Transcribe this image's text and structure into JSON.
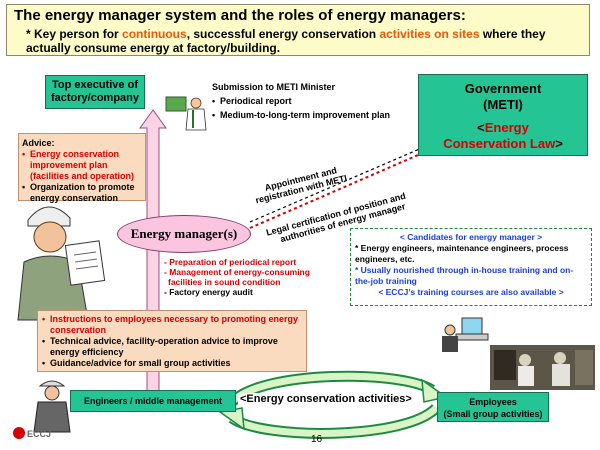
{
  "header": {
    "title": "The energy manager system and the roles of energy managers:",
    "sub_prefix": "* Key person for ",
    "sub_continuous": "continuous",
    "sub_mid": ", successful energy conservation ",
    "sub_activities": "activities on sites",
    "sub_suffix": " where they actually consume energy at factory/building."
  },
  "top_exec": {
    "label": "Top executive of factory/company"
  },
  "submission": {
    "heading": "Submission to METI Minister",
    "items": [
      "Periodical report",
      "Medium-to-long-term improvement plan"
    ]
  },
  "government": {
    "name": "Government",
    "abbr": "(METI)",
    "law_open": "<",
    "law_name": "Energy Conservation  Law",
    "law_close": ">"
  },
  "advice": {
    "heading": "Advice:",
    "items": [
      "Energy conservation improvement plan (facilities and operation)",
      "Organization to promote energy conservation"
    ]
  },
  "appointment": {
    "line1": "Appointment and",
    "line2": "registration with  METI"
  },
  "legal": {
    "line1": "Legal certification of position and",
    "line2": "authorities of energy manager"
  },
  "energy_manager": {
    "label": "Energy manager(s)"
  },
  "duties": {
    "items": [
      "Preparation of periodical report",
      "Management of energy-consuming facilities in sound condition",
      "Factory energy audit"
    ]
  },
  "candidates": {
    "heading": "< Candidates for energy manager >",
    "item1": "* Energy engineers, maintenance engineers, process engineers, etc.",
    "item2": "* Usually nourished through  in-house training and on-the-job  training",
    "item3": "< ECCJ’s training courses are also available >"
  },
  "instructions": {
    "items": [
      "Instructions to employees necessary to promoting energy conservation",
      "Technical advice, facility-operation advice to improve energy efficiency",
      "Guidance/advice for small group activities"
    ]
  },
  "engineers": {
    "label": "Engineers / middle management"
  },
  "cycle": {
    "label": "<Energy conservation activities>"
  },
  "employees": {
    "line1": "Employees",
    "line2": "(Small group activities)"
  },
  "footer": {
    "page": "16",
    "logo": "ECCJ"
  },
  "colors": {
    "green": "#24c495",
    "peach": "#fbdbbf",
    "pink": "#fbc4df",
    "red": "#d60000",
    "orange": "#e8590c",
    "blue": "#1a3fd8"
  }
}
